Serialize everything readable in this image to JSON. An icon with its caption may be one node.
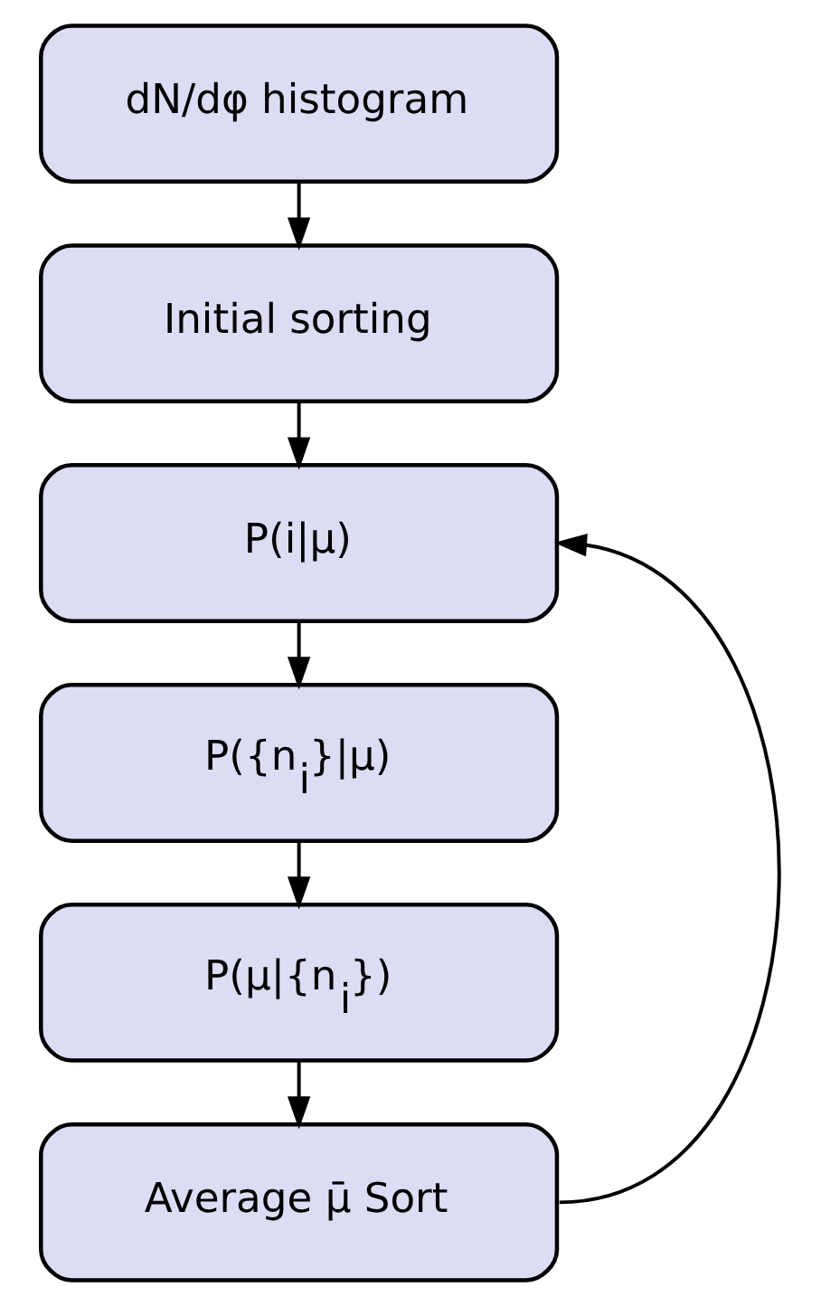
{
  "diagram": {
    "nodes": [
      {
        "text": [
          "dN/dφ histogram"
        ]
      },
      {
        "text": [
          "Initial sorting"
        ]
      },
      {
        "text": [
          "P(i|μ)"
        ]
      },
      {
        "text": [
          "P({n$_{i}$}|μ)"
        ]
      },
      {
        "text": [
          "P(μ|{n$_{i}$})"
        ]
      },
      {
        "text": [
          "Average μ̄ Sort"
        ]
      }
    ],
    "edges": [
      {
        "from": 0,
        "to": 1,
        "arrow": "to"
      },
      {
        "from": 1,
        "to": 2,
        "arrow": "to"
      },
      {
        "from": 2,
        "to": 3,
        "arrow": "to"
      },
      {
        "from": 3,
        "to": 4,
        "arrow": "to"
      },
      {
        "from": 4,
        "to": 5,
        "arrow": "to"
      },
      {
        "from": 5,
        "to": 2,
        "arrow": "to"
      }
    ]
  }
}
